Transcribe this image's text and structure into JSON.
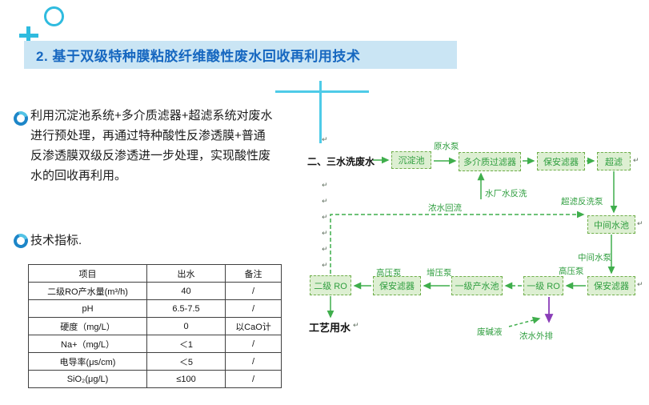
{
  "title": "2. 基于双级特种膜粘胶纤维酸性废水回收再利用技术",
  "intro": "利用沉淀池系统+多介质滤器+超滤系统对废水进行预处理，再通过特种酸性反渗透膜+普通反渗透膜双级反渗透进一步处理，实现酸性废水的回收再利用。",
  "tech_label": "技术指标.",
  "table": {
    "headers": [
      "项目",
      "出水",
      "备注"
    ],
    "rows": [
      [
        "二级RO产水量(m³/h)",
        "40",
        "/"
      ],
      [
        "pH",
        "6.5-7.5",
        "/"
      ],
      [
        "硬度（mg/L）",
        "0",
        "以CaO计"
      ],
      [
        "Na+（mg/L）",
        "＜1",
        "/"
      ],
      [
        "电导率(μs/cm)",
        "＜5",
        "/"
      ],
      [
        "SiO₂(μg/L)",
        "≤100",
        "/"
      ]
    ]
  },
  "diagram": {
    "source": "二、三水洗废水",
    "output": "工艺用水",
    "boxes": {
      "settling": "沉淀池",
      "multimedia": "多介质过滤器",
      "guard1": "保安滤器",
      "uf": "超滤",
      "mid_tank": "中间水池",
      "guard2": "保安滤器",
      "ro1": "一级 RO",
      "ro1_tank": "一级产水池",
      "guard3": "保安滤器",
      "ro2": "二级 RO"
    },
    "labels": {
      "raw_pump": "原水泵",
      "plant_backwash": "水厂水反洗",
      "uf_backwash_pump": "超滤反洗泵",
      "conc_return": "浓水回流",
      "mid_pump": "中间水泵",
      "hp_pump_right": "高压泵",
      "booster_pump": "增压泵",
      "hp_pump_left": "高压泵",
      "waste_alkali": "废碱液",
      "conc_discharge": "浓水外排"
    },
    "pilcrow": "↵"
  },
  "colors": {
    "accent_teal": "#2fbbdf",
    "title_blue": "#1667c0",
    "title_bar_bg": "#cae5f4",
    "flow_green": "#3fae4c",
    "box_fill": "#ddefd2",
    "box_border": "#6fae4a",
    "purple_arrow": "#8a3db8"
  }
}
